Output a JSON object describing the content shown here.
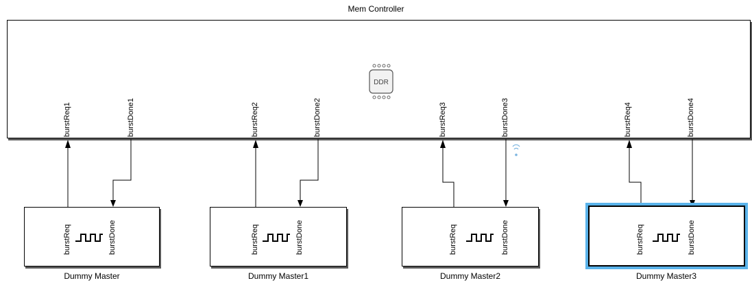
{
  "mem_controller": {
    "title": "Mem Controller",
    "icon_label": "DDR",
    "ports": [
      "burstReq1",
      "burstDone1",
      "burstReq2",
      "burstDone2",
      "burstReq3",
      "burstDone3",
      "burstReq4",
      "burstDone4"
    ]
  },
  "masters": [
    {
      "name": "Dummy Master",
      "port_req": "burstReq",
      "port_done": "burstDone",
      "selected": false
    },
    {
      "name": "Dummy Master1",
      "port_req": "burstReq",
      "port_done": "burstDone",
      "selected": false
    },
    {
      "name": "Dummy Master2",
      "port_req": "burstReq",
      "port_done": "burstDone",
      "selected": false
    },
    {
      "name": "Dummy Master3",
      "port_req": "burstReq",
      "port_done": "burstDone",
      "selected": true
    }
  ],
  "colors": {
    "selection": "#5ab3ea",
    "signal_icon": "#7ab4e0",
    "chip_fill": "#f2f2f2"
  }
}
